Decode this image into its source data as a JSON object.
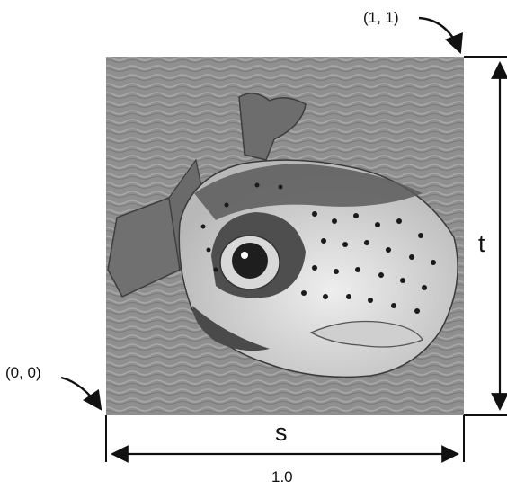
{
  "labels": {
    "top_right_corner": "(1, 1)",
    "bottom_left_corner": "(0, 0)",
    "horizontal_axis": "s",
    "vertical_axis": "t",
    "width_value": "1.0"
  },
  "image": {
    "subject": "pufferfish",
    "background": "water",
    "colors": {
      "water": "#8f8f8f",
      "fish_body": "#d8d8d8",
      "fish_dark": "#555555",
      "spots": "#1a1a1a"
    }
  }
}
